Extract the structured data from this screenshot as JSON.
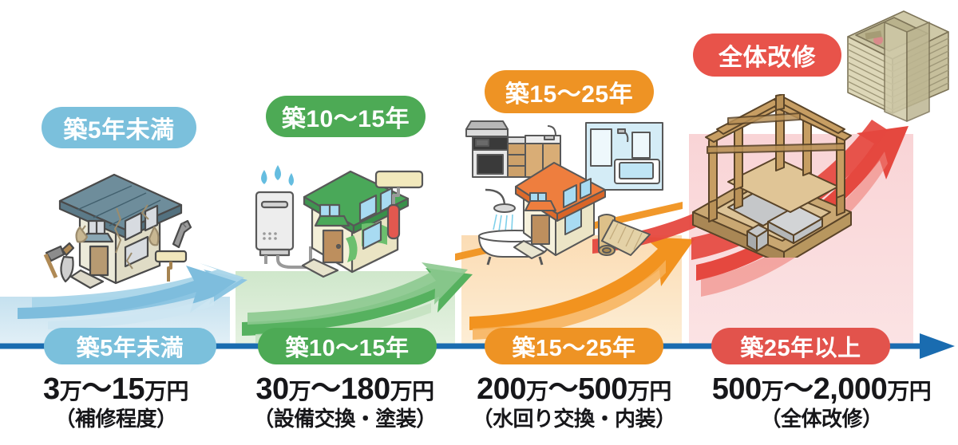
{
  "infographic": {
    "title_hidden": "",
    "axis": {
      "name": "timeline-axis",
      "color": "#1a6cb0",
      "arrow": "right-arrow"
    },
    "columns": [
      {
        "id": "under-5-years",
        "top_badge": "築5年未満",
        "axis_badge": "築5年未満",
        "price": "3万～15万円",
        "price_main": "3",
        "price_unit_1": "万",
        "price_tilde": "～",
        "price_second": "15",
        "price_unit_2": "万円",
        "sub": "（補修程度）",
        "band_color": "#d5e9f4",
        "badge_color": "#7bc0dc",
        "arrow_color": "#82bedd",
        "icons": [
          "damaged-house-icon",
          "hammer-icon",
          "trowel-icon",
          "wrench-icon",
          "paint-roller-icon"
        ]
      },
      {
        "id": "10-to-15-years",
        "top_badge": "築10～15年",
        "axis_badge": "築10～15年",
        "price": "30万～180万円",
        "price_main": "30",
        "price_unit_1": "万",
        "price_tilde": "～",
        "price_second": "180",
        "price_unit_2": "万円",
        "sub": "（設備交換・塗装）",
        "band_color": "#dcedda",
        "badge_color": "#4daa55",
        "arrow_color": "#56b15f",
        "icons": [
          "water-heater-icon",
          "water-drop-icon",
          "green-roof-house-icon",
          "paint-roller-icon"
        ]
      },
      {
        "id": "15-to-25-years",
        "top_badge": "築15～25年",
        "axis_badge": "築15～25年",
        "price": "200万～500万円",
        "price_main": "200",
        "price_unit_1": "万",
        "price_tilde": "～",
        "price_second": "500",
        "price_unit_2": "万円",
        "sub": "（水回り交換・内装）",
        "band_color": "#fbe3c3",
        "badge_color": "#ee9324",
        "arrow_color": "#f08a1d",
        "icons": [
          "range-hood-icon",
          "kitchen-icon",
          "bathroom-unit-icon",
          "shower-icon",
          "bathtub-icon",
          "orange-roof-house-icon",
          "flooring-roll-icon"
        ]
      },
      {
        "id": "over-25-years",
        "top_badge": "全体改修",
        "axis_badge": "築25年以上",
        "price": "500万～2,000万円",
        "price_main": "500",
        "price_unit_1": "万",
        "price_tilde": "～",
        "price_second": "2,000",
        "price_unit_2": "万円",
        "sub": "（全体改修）",
        "band_color": "#fadddf",
        "badge_color": "#e2534c",
        "arrow_color": "#e5483f",
        "icons": [
          "house-frame-skeleton-icon",
          "cash-stack-icon"
        ]
      }
    ]
  }
}
